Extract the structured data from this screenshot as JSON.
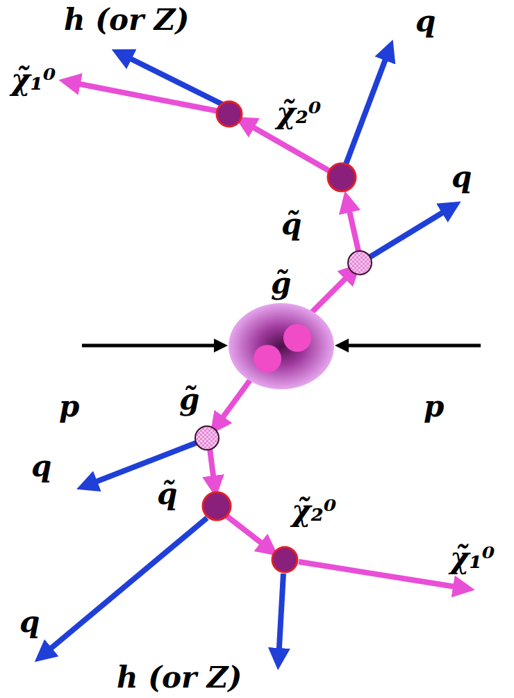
{
  "diagram": {
    "labels": [
      "h (or Z)",
      "q",
      "χ̃₁⁰",
      "χ̃₂⁰",
      "q",
      "q̃",
      "g̃",
      "g̃",
      "p",
      "p",
      "q",
      "q̃",
      "χ̃₂⁰",
      "χ̃₁⁰",
      "q",
      "h (or Z)"
    ]
  }
}
